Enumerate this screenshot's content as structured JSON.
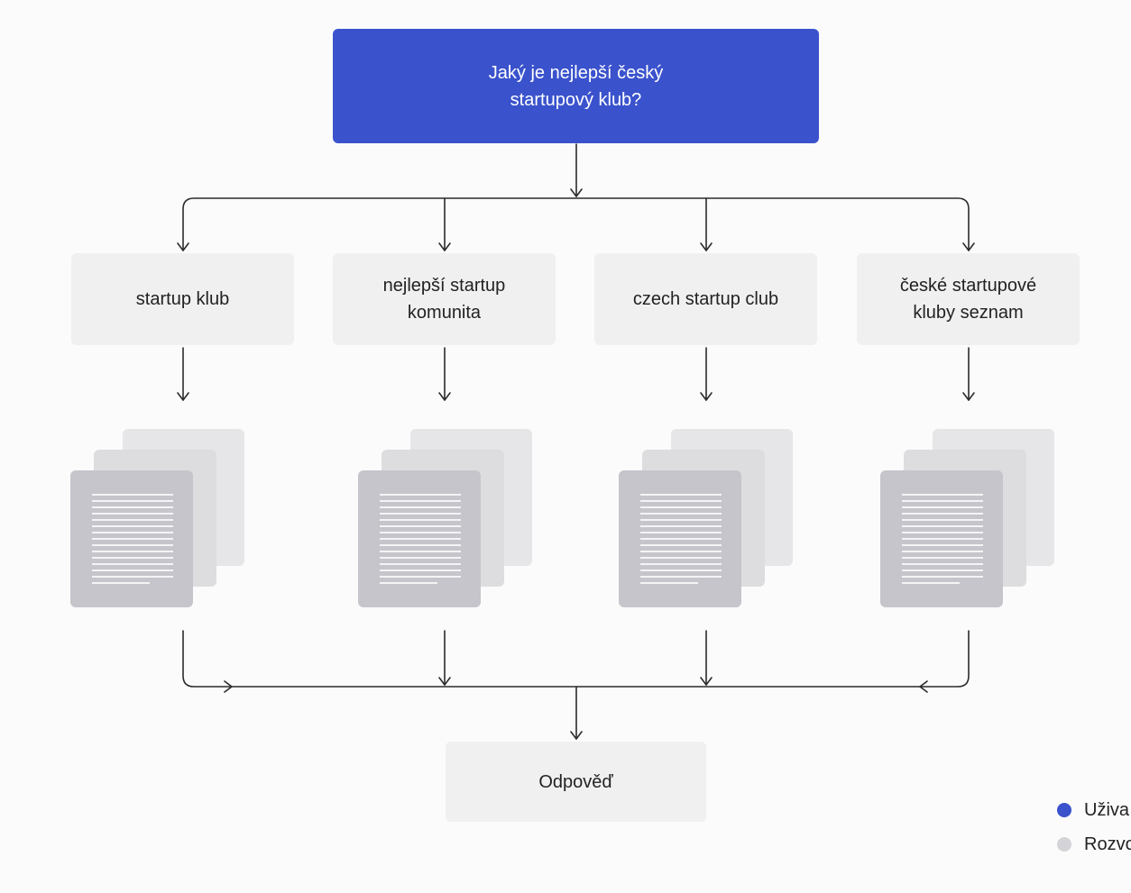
{
  "question": {
    "text": "Jaký je nejlepší český\nstartupový klub?",
    "color": "#3a52cc"
  },
  "queries": [
    {
      "text": "startup klub"
    },
    {
      "text": "nejlepší startup\nkomunita"
    },
    {
      "text": "czech startup club"
    },
    {
      "text": "české startupové\nkluby seznam"
    }
  ],
  "answer": {
    "text": "Odpověď"
  },
  "legend": {
    "items": [
      {
        "label": "Uživa",
        "color": "#3a52cc"
      },
      {
        "label": "Rozvo",
        "color": "#d4d4d8"
      }
    ]
  },
  "icons": {
    "document": "document-stack-icon",
    "arrow": "arrow-down-icon"
  }
}
